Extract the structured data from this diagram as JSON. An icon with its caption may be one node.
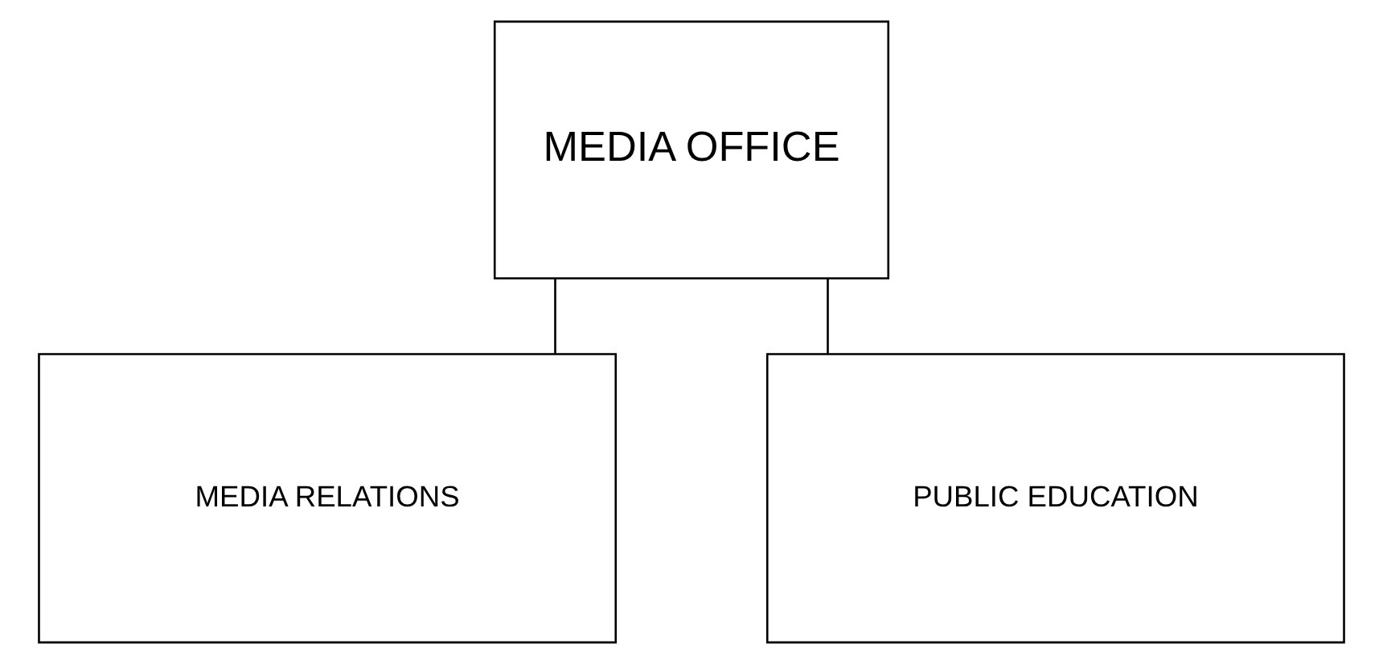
{
  "diagram": {
    "nodes": [
      {
        "text": [
          "MEDIA OFFICE"
        ]
      },
      {
        "text": [
          "MEDIA RELATIONS"
        ]
      },
      {
        "text": [
          "PUBLIC EDUCATION"
        ]
      }
    ],
    "edges": [
      {
        "from": 0,
        "to": 1,
        "arrow": "none"
      },
      {
        "from": 0,
        "to": 2,
        "arrow": "none"
      }
    ]
  }
}
